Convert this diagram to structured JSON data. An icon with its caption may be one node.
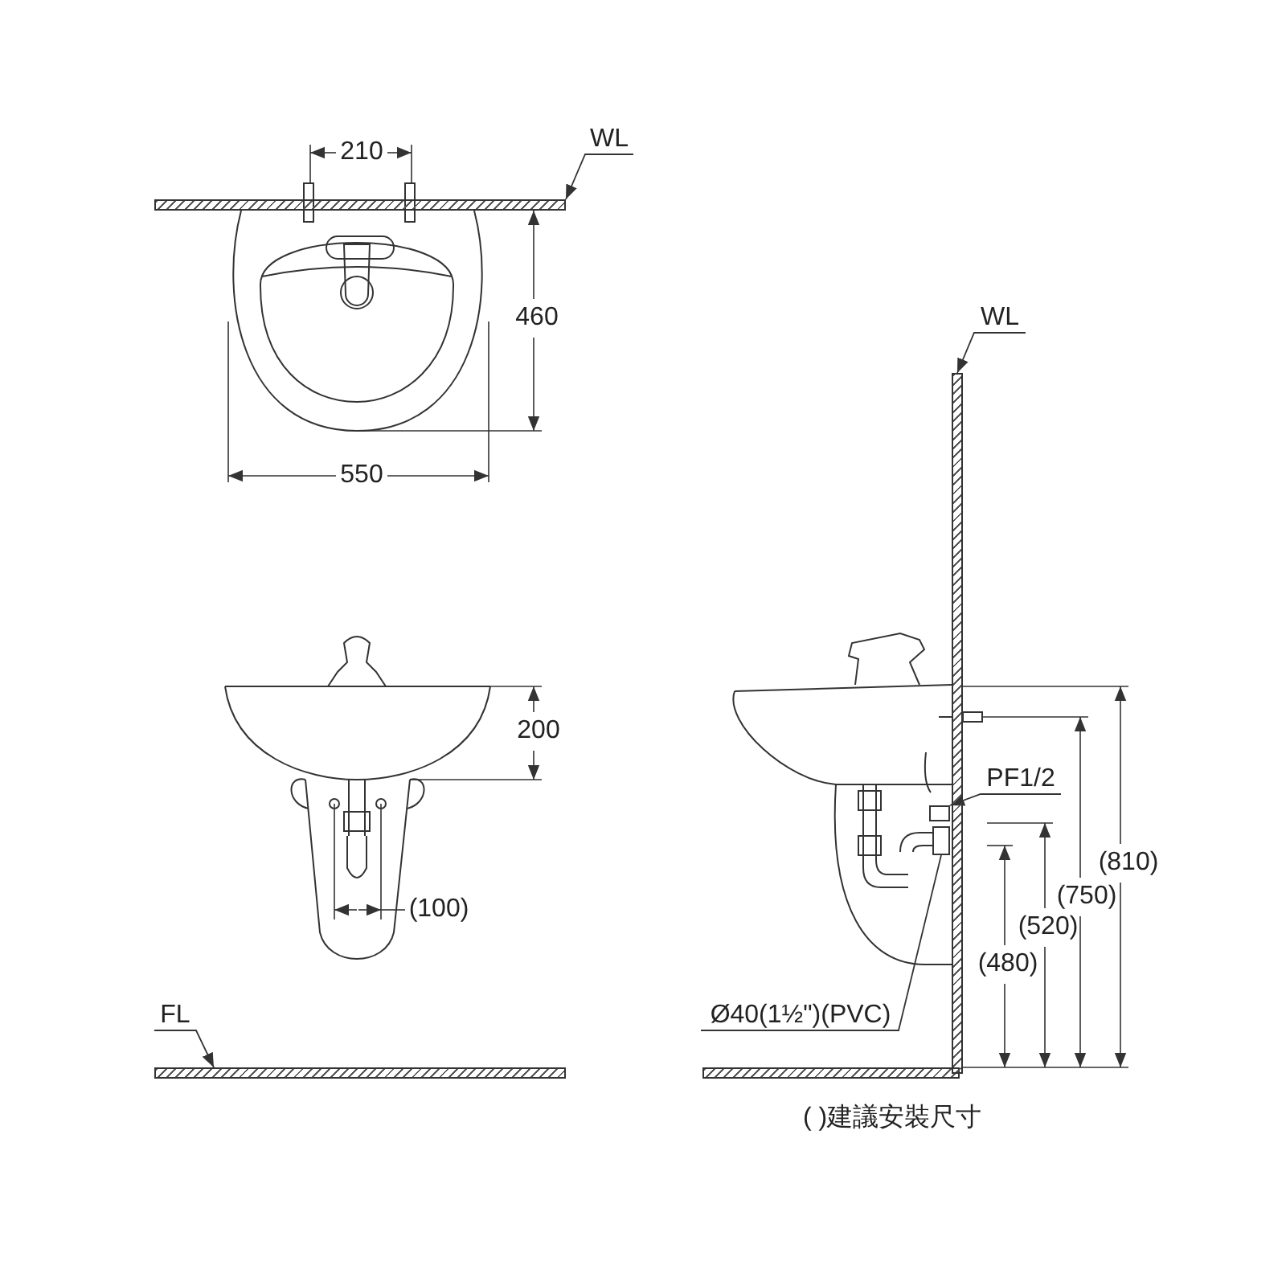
{
  "diagram": {
    "nodes": [
      {
        "text": [
          "WL"
        ]
      },
      {
        "text": [],
        "shape": "bar"
      },
      {
        "text": [
          "WL"
        ]
      },
      {
        "text": [],
        "shape": "bar"
      },
      {
        "text": [
          "PF1/2"
        ]
      },
      {
        "text": [
          "FL"
        ]
      },
      {
        "text": [
          "Ø40(1½\")(PVC)"
        ]
      },
      {
        "text": [],
        "shape": "bar"
      },
      {
        "text": [],
        "shape": "box"
      },
      {
        "text": [],
        "shape": "box"
      }
    ],
    "edges": [
      {
        "from": 0,
        "to": 1,
        "arrow": "to"
      },
      {
        "from": 2,
        "to": 3,
        "arrow": "to"
      },
      {
        "from": 4,
        "to": 8,
        "arrow": "to"
      },
      {
        "from": 5,
        "to": 7,
        "arrow": "to"
      },
      {
        "from": 6,
        "to": 9,
        "arrow": "none"
      }
    ],
    "labels": [
      "210",
      "460",
      "550",
      "200",
      "(100)",
      "(810)",
      "(750)",
      "(520)",
      "(480)",
      "( )建議安裝尺寸"
    ]
  }
}
